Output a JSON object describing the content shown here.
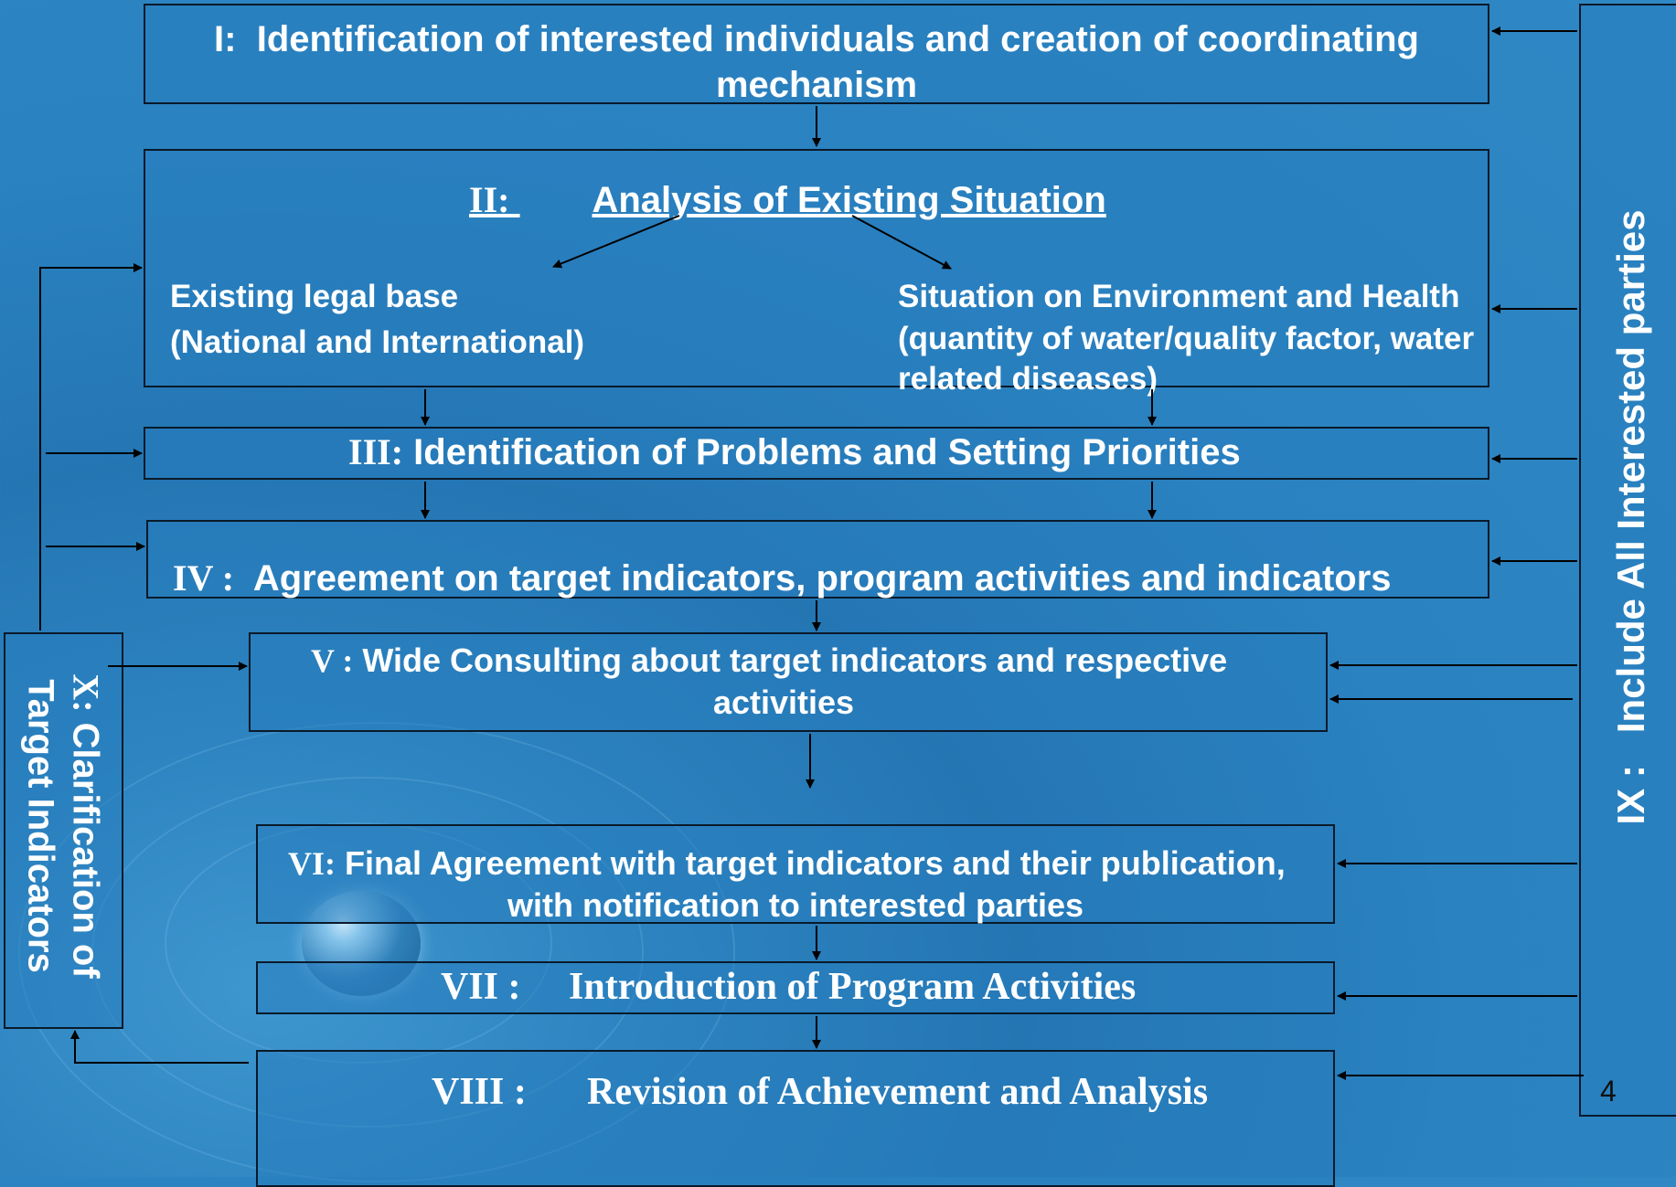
{
  "steps": {
    "s1": {
      "num": "I:",
      "text": "Identification of interested individuals and creation of coordinating mechanism"
    },
    "s2": {
      "num": "II:",
      "title": "Analysis of Existing Situation",
      "left_line1": "Existing legal base",
      "left_line2": "(National and International)",
      "right_line1": "Situation on Environment and Health",
      "right_line2": "(quantity of water/quality factor, water",
      "right_line3": "related diseases)"
    },
    "s3": {
      "num": "III:",
      "text": "Identification of Problems and Setting Priorities"
    },
    "s4": {
      "num": "IV :",
      "text": "Agreement on target indicators, program activities and indicators"
    },
    "s5": {
      "num": "V :",
      "text_line1": "Wide Consulting about target indicators and respective",
      "text_line2": "activities"
    },
    "s6": {
      "num": "VI:",
      "text_line1": "Final Agreement with target indicators and their publication,",
      "text_line2": "with notification to interested parties"
    },
    "s7": {
      "num": "VII :",
      "text": "Introduction of Program Activities"
    },
    "s8": {
      "num": "VIII :",
      "text": "Revision of Achievement and Analysis"
    },
    "s9": {
      "num": "IX :",
      "text": "Include All Interested parties"
    },
    "s10": {
      "num": "X:",
      "text_line1": "Clarification of",
      "text_line2": "Target Indicators"
    }
  },
  "page_number": "4",
  "colors": {
    "background": "#2b80bf",
    "box_border": "#0a1a2a",
    "arrow": "#000000",
    "text": "#ffffff"
  }
}
